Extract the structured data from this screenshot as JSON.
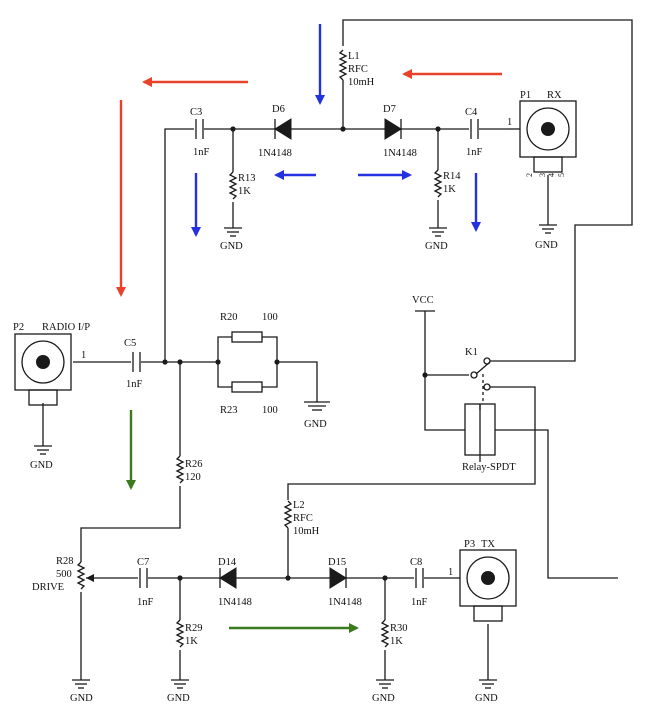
{
  "colors": {
    "red_arrow": "#e8432a",
    "blue_arrow": "#2431e0",
    "green_arrow": "#3b7a1e",
    "wire": "#1a1a1a"
  },
  "labels": {
    "L1_ref": "L1",
    "L1_type": "RFC",
    "L1_val": "10mH",
    "L2_ref": "L2",
    "L2_type": "RFC",
    "L2_val": "10mH",
    "C3_ref": "C3",
    "C3_val": "1nF",
    "C4_ref": "C4",
    "C4_val": "1nF",
    "C5_ref": "C5",
    "C5_val": "1nF",
    "C7_ref": "C7",
    "C7_val": "1nF",
    "C8_ref": "C8",
    "C8_val": "1nF",
    "D6_ref": "D6",
    "D6_val": "1N4148",
    "D7_ref": "D7",
    "D7_val": "1N4148",
    "D14_ref": "D14",
    "D14_val": "1N4148",
    "D15_ref": "D15",
    "D15_val": "1N4148",
    "R13_ref": "R13",
    "R13_val": "1K",
    "R14_ref": "R14",
    "R14_val": "1K",
    "R20_ref": "R20",
    "R20_val": "100",
    "R23_ref": "R23",
    "R23_val": "100",
    "R26_ref": "R26",
    "R26_val": "120",
    "R28_ref": "R28",
    "R28_val": "500",
    "R28_name": "DRIVE",
    "R29_ref": "R29",
    "R29_val": "1K",
    "R30_ref": "R30",
    "R30_val": "1K",
    "P1_ref": "P1",
    "P1_name": "RX",
    "P2_ref": "P2",
    "P2_name": "RADIO I/P",
    "P3_ref": "P3",
    "P3_name": "TX",
    "K1_ref": "K1",
    "K1_name": "Relay-SPDT",
    "vcc": "VCC",
    "gnd": "GND",
    "pin1": "1",
    "pin2": "2",
    "pin3": "3",
    "pin4": "4",
    "pin5": "5"
  }
}
